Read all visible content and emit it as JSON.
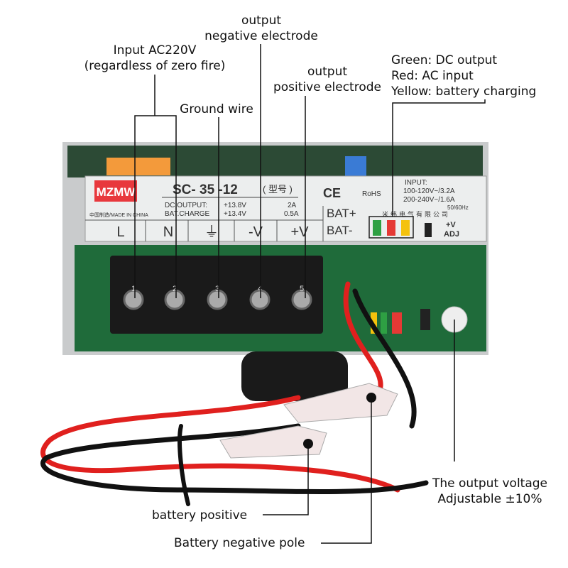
{
  "annotations": {
    "input_ac": [
      "Input AC220V",
      "(regardless of zero fire)"
    ],
    "negative": [
      "output",
      "negative electrode"
    ],
    "positive": [
      "output",
      "positive electrode"
    ],
    "ground": "Ground wire",
    "leds": [
      "Green: DC output",
      "Red: AC input",
      "Yellow: battery charging"
    ],
    "adjust": [
      "The output voltage",
      "Adjustable ±10%"
    ],
    "battery_positive": "battery positive",
    "battery_negative": "Battery negative pole"
  },
  "device_label": {
    "brand": "MZMW",
    "model": "SC- 35 -12",
    "model_suffix": "( 型号 )",
    "dc_output": "DC OUTPUT:",
    "dc_output_v": "+13.8V",
    "dc_output_a": "2A",
    "bat_charge": "BAT.CHARGE",
    "bat_charge_v": "+13.4V",
    "bat_charge_a": "0.5A",
    "made_in": "中国制造/MADE IN CHINA",
    "ce": "CE",
    "rohs": "RoHS",
    "input_title": "INPUT:",
    "input_1": "100-120V~/3.2A",
    "input_2": "200-240V~/1.6A",
    "input_freq": "50/60Hz",
    "company": "米纬电气有限公司",
    "bat_plus": "BAT+",
    "bat_minus": "BAT-",
    "adj": [
      "+V",
      "ADJ"
    ],
    "terminals": [
      "L",
      "N",
      "⏚",
      "-V",
      "+V"
    ],
    "terminal_numbers": [
      "1",
      "2",
      "3",
      "4",
      "5"
    ]
  },
  "colors": {
    "brand_red": "#e8383d",
    "led_green": "#2ea043",
    "led_red": "#e53935",
    "led_yellow": "#f4c20d",
    "wire_red": "#e0201e",
    "wire_black": "#111111",
    "pcb_green": "#1f6b3a"
  }
}
